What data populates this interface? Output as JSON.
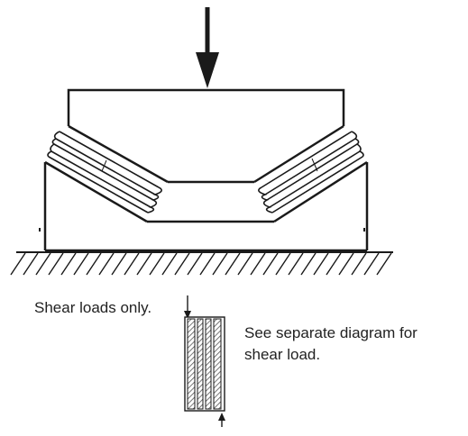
{
  "captions": {
    "left": "Shear loads only.",
    "right_line1": "See separate diagram for",
    "right_line2": "shear load."
  },
  "colors": {
    "stroke": "#1a1a1a",
    "rubber": "#9a9a9a",
    "background": "#ffffff"
  }
}
